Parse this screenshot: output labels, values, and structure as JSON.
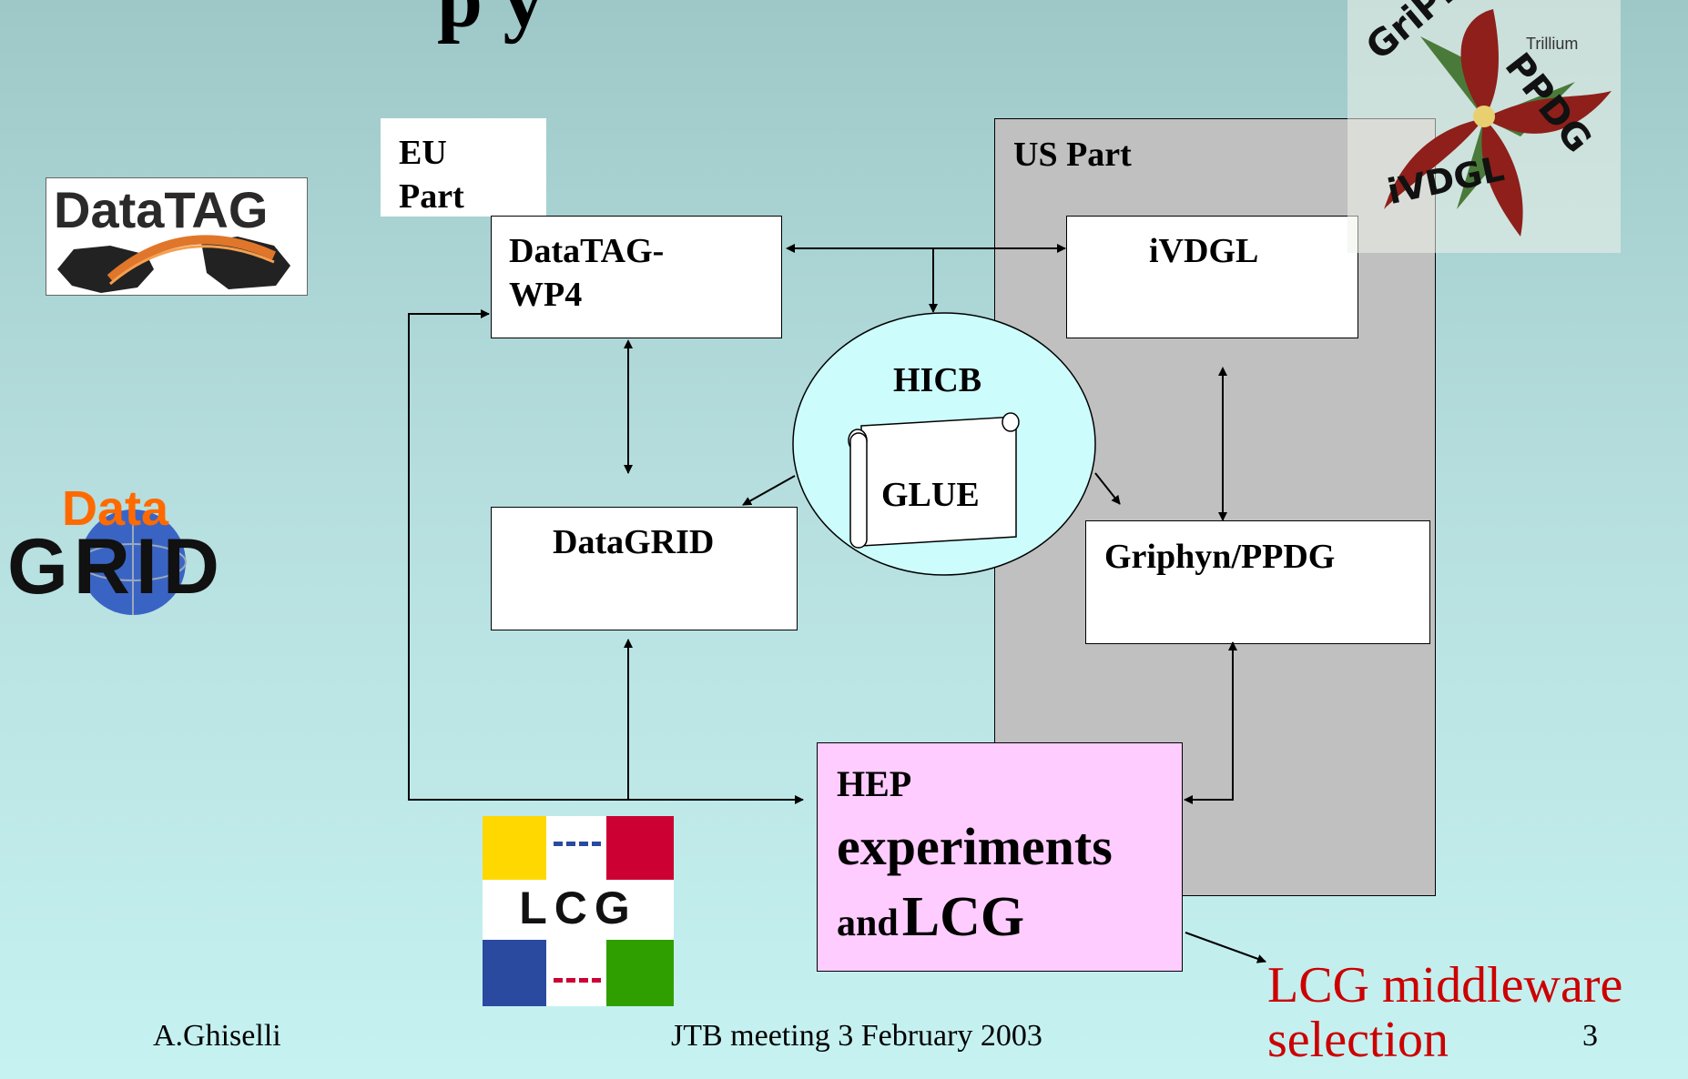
{
  "slide": {
    "title_fragment": "p        y",
    "footer_author": "A.Ghiselli",
    "footer_meeting": "JTB meeting 3 February 2003",
    "page_number": "3"
  },
  "diagram": {
    "eu_part": [
      "EU",
      "Part"
    ],
    "us_part": "US Part",
    "nodes": {
      "datatag_wp4": [
        "DataTAG-",
        "WP4"
      ],
      "ivdgl": "iVDGL",
      "hicb": "HICB",
      "glue": "GLUE",
      "datagrid": "DataGRID",
      "griphyn_ppdg": "Griphyn/PPDG",
      "hep_line1": "HEP",
      "hep_line2": "experiments",
      "hep_line3_small": "and",
      "hep_line3_big": "LCG"
    },
    "outcome": [
      "LCG middleware",
      "selection"
    ]
  },
  "logos": {
    "datatag": "DataTAG",
    "datagrid_top": "Data",
    "datagrid_bottom": "GRID",
    "lcg": "LCG",
    "trillium_title": "Trillium",
    "trillium_griphyn": "GriPhyN",
    "trillium_ppdg": "PPDG",
    "trillium_ivdgl": "iVDGL"
  },
  "colors": {
    "us_part_bg": "#c0c0c0",
    "hicb_bg": "#ccfcfc",
    "hep_bg": "#ffccff",
    "outcome_text": "#cc0000",
    "lcg_yellow": "#ffd800",
    "lcg_red": "#cc0033",
    "lcg_blue": "#2a4aa0",
    "lcg_green": "#2f9f00"
  }
}
